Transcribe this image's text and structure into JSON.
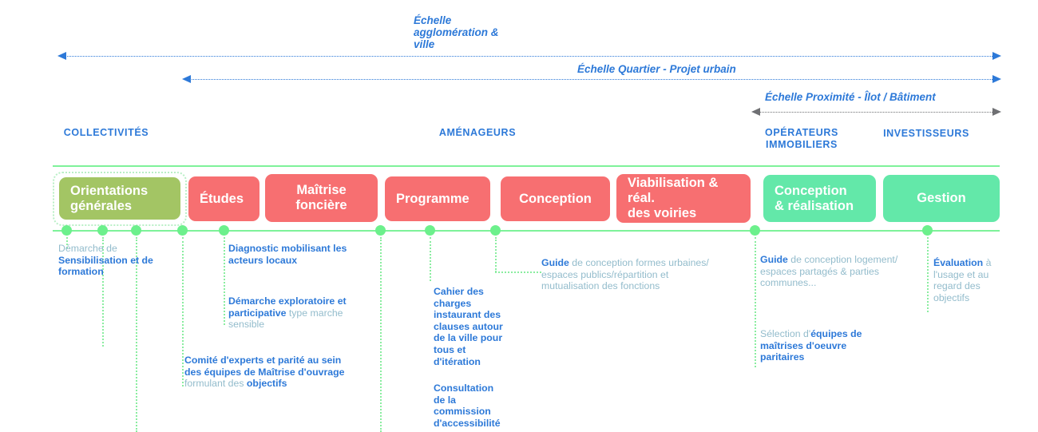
{
  "colors": {
    "blue": "#2d79d8",
    "muted": "#93bccc",
    "green_line": "#7ef29a",
    "node": "#6cf08c",
    "red_box": "#f76f71",
    "green_box": "#63e8a9",
    "olive_box": "#a3c564",
    "gray_arrow": "#6f7073"
  },
  "scales": [
    {
      "label": "Échelle\nagglomération &\nville",
      "direction": "left"
    },
    {
      "label": "Échelle Quartier - Projet urbain",
      "direction": "left"
    },
    {
      "label": "Échelle Proximité - Îlot / Bâtiment",
      "direction": "both"
    }
  ],
  "actors": [
    {
      "label": "COLLECTIVITÉS"
    },
    {
      "label": "AMÉNAGEURS"
    },
    {
      "label": "OPÉRATEURS\nIMMOBILIERS"
    },
    {
      "label": "INVESTISSEURS"
    }
  ],
  "phases": [
    {
      "label": "Orientations\ngénérales",
      "color": "olive",
      "outlined": true
    },
    {
      "label": "Études",
      "color": "red",
      "outlined": false
    },
    {
      "label": "Maîtrise\nfoncière",
      "color": "red",
      "outlined": false
    },
    {
      "label": "Programme",
      "color": "red",
      "outlined": false
    },
    {
      "label": "Conception",
      "color": "red",
      "outlined": false
    },
    {
      "label": "Viabilisation & réal.\ndes voiries",
      "color": "red",
      "outlined": false
    },
    {
      "label": "Conception\n& réalisation",
      "color": "green",
      "outlined": false
    },
    {
      "label": "Gestion",
      "color": "green",
      "outlined": false
    }
  ],
  "notes": [
    {
      "id": "note-sensibilisation",
      "segments": [
        {
          "text": "Démarche de ",
          "style": "muted"
        },
        {
          "text": "Sensibilisation et de formation",
          "style": "bold"
        }
      ]
    },
    {
      "id": "note-diagnostic",
      "segments": [
        {
          "text": "Diagnostic mobilisant les acteurs locaux",
          "style": "bold"
        }
      ]
    },
    {
      "id": "note-demarche-exploratoire",
      "segments": [
        {
          "text": "Démarche exploratoire et participative ",
          "style": "bold"
        },
        {
          "text": "type marche sensible",
          "style": "muted"
        }
      ]
    },
    {
      "id": "note-comite-experts",
      "segments": [
        {
          "text": "Comité d'experts et parité au sein des équipes de Maîtrise d'ouvrage ",
          "style": "bold"
        },
        {
          "text": "formulant des ",
          "style": "muted"
        },
        {
          "text": "objectifs",
          "style": "bold"
        }
      ]
    },
    {
      "id": "note-cahier-charges",
      "segments": [
        {
          "text": "Cahier des charges instaurant des clauses autour de la ville pour tous et d'itération",
          "style": "bold"
        }
      ]
    },
    {
      "id": "note-consultation",
      "segments": [
        {
          "text": "Consultation de la commission d'accessibilité",
          "style": "bold"
        }
      ]
    },
    {
      "id": "note-guide-conception-urbaine",
      "segments": [
        {
          "text": "Guide ",
          "style": "bold"
        },
        {
          "text": "de conception formes urbaines/ espaces publics/répartition et mutualisation des fonctions",
          "style": "muted"
        }
      ]
    },
    {
      "id": "note-guide-logement",
      "segments": [
        {
          "text": "Guide ",
          "style": "bold"
        },
        {
          "text": "de conception logement/ espaces partagés & parties communes...",
          "style": "muted"
        }
      ]
    },
    {
      "id": "note-selection-equipes",
      "segments": [
        {
          "text": "Sélection d'",
          "style": "muted"
        },
        {
          "text": "équipes de maîtrises d'oeuvre paritaires",
          "style": "bold"
        }
      ]
    },
    {
      "id": "note-evaluation",
      "segments": [
        {
          "text": "Évaluation ",
          "style": "bold"
        },
        {
          "text": "à l'usage et au regard des objectifs",
          "style": "muted"
        }
      ]
    }
  ]
}
